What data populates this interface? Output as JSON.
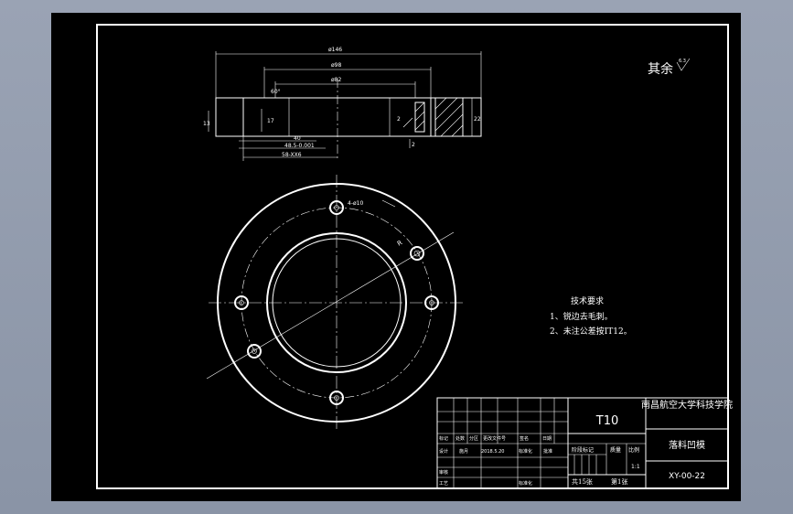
{
  "dimensions": {
    "d146": "ø146",
    "d98": "ø98",
    "d82": "ø82",
    "angle": "60°",
    "d40": "40",
    "d48": "48.5-0.001",
    "d58": "58-XX6",
    "h13": "13",
    "h17": "17",
    "h22": "22",
    "holes": "4-ø10",
    "sec1": "2",
    "sec2": "2",
    "r": "R"
  },
  "roughness": "其余",
  "roughness_value": "6.3",
  "tech": {
    "title": "技术要求",
    "items": [
      "1、锐边去毛刺。",
      "2、未注公差按IT12。"
    ]
  },
  "title_block": {
    "material": "T10",
    "school": "南昌航空大学科技学院",
    "part_name": "落料凹模",
    "drawing_no": "XY-00-22",
    "scale_label": "比例",
    "weight_label": "质量",
    "stage_label": "阶段标记",
    "scale_value": "1:1",
    "sheets": "共15张",
    "sheet": "第1张",
    "row_labels": [
      "标记",
      "设计",
      "审核",
      "工艺"
    ],
    "col_labels": [
      "处数",
      "分区",
      "更改文件号",
      "签名",
      "日期"
    ],
    "std_label": "标准化",
    "std2_label": "标准化",
    "approve_label": "批准",
    "designer": "施月",
    "date": "2018.5.20"
  }
}
